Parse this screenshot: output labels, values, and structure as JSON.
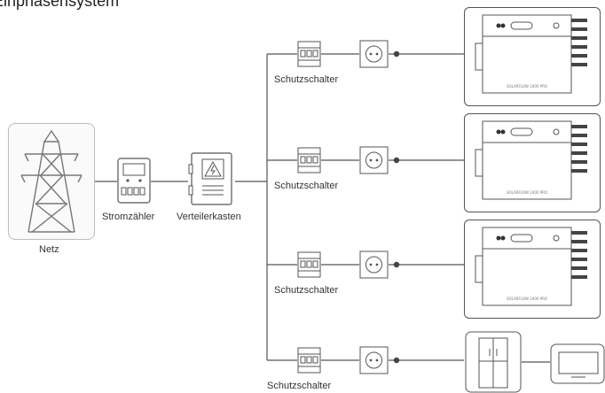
{
  "title": "Einphasensystem",
  "labels": {
    "grid": "Netz",
    "meter": "Stromzähler",
    "distribution_box": "Verteilerkasten",
    "breaker_1": "Schutzschalter",
    "breaker_2": "Schutzschalter",
    "breaker_3": "Schutzschalter",
    "breaker_4": "Schutzschalter"
  },
  "inverter_model_text": "SOLARFLOW 2400 PRO",
  "colors": {
    "line": "#555555",
    "box_border": "#bdbdbd",
    "text": "#333333"
  }
}
